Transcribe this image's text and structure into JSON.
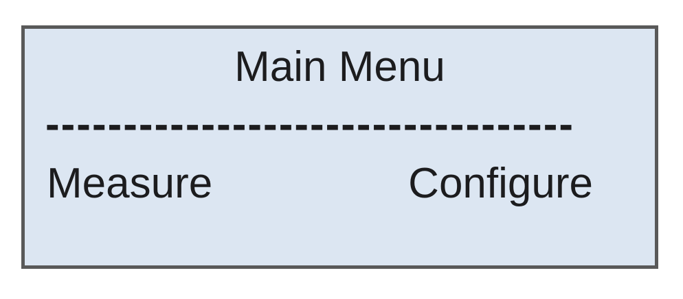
{
  "screen": {
    "title": "Main Menu",
    "separator": "----------------------------------",
    "menu_items": [
      {
        "id": "measure",
        "label": "Measure"
      },
      {
        "id": "configure",
        "label": "Configure"
      }
    ]
  },
  "colors": {
    "page_bg": "#ffffff",
    "screen_bg": "#dce6f2",
    "screen_border": "#595959",
    "text": "#1c1c1e"
  }
}
